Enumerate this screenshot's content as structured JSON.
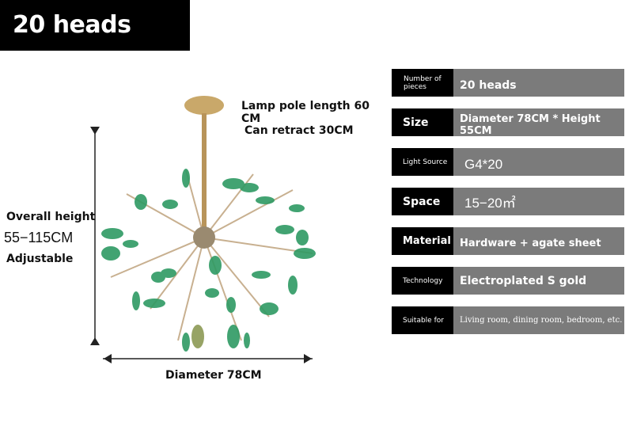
{
  "title": "20 heads green",
  "annotations": {
    "pole_1": "Lamp pole length 60",
    "pole_2": "CM",
    "retract": "Can retract 30CM",
    "overall": "Overall height",
    "height_range": "55−115CM",
    "adjustable": "Adjustable",
    "diameter": "Diameter 78CM"
  },
  "specs": [
    {
      "label": "Number of pieces",
      "value": "20 heads"
    },
    {
      "label": "Size",
      "value": "Diameter 78CM * Height 55CM"
    },
    {
      "label": "Light Source",
      "value": "G4*20"
    },
    {
      "label": "Space",
      "value": "15−20㎡"
    },
    {
      "label": "Material",
      "value": "Hardware + agate sheet"
    },
    {
      "label": "Technology",
      "value": "Electroplated S gold"
    },
    {
      "label": "Suitable for",
      "value": "Living room, dining room, bedroom, etc."
    }
  ]
}
